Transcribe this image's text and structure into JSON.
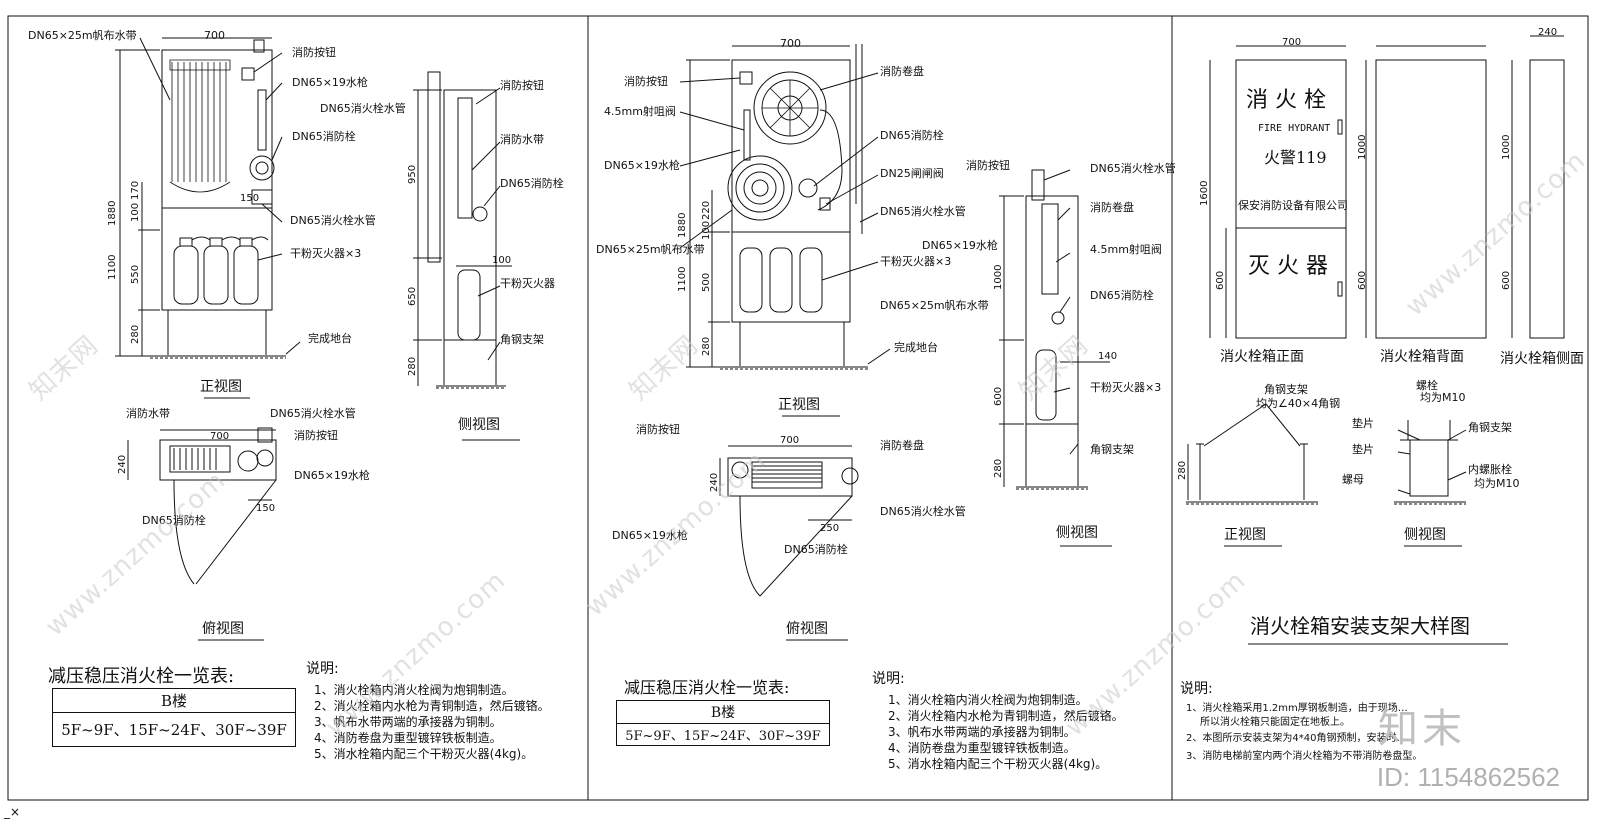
{
  "panel1": {
    "front": {
      "title": "正视图",
      "width_dim": "700",
      "height_total": "1880",
      "seg_dims": [
        "170",
        "100",
        "150",
        "1100",
        "550",
        "280"
      ],
      "labels": {
        "hose": "DN65×25m帆布水带",
        "button": "消防按钮",
        "nozzle": "DN65×19水枪",
        "pipe": "DN65消火栓水管",
        "hydrant": "DN65消防栓",
        "pipe2": "DN65消火栓水管",
        "extinguisher": "干粉灭火器×3",
        "floor": "完成地台"
      }
    },
    "side": {
      "title": "侧视图",
      "dims": [
        "950",
        "650",
        "280",
        "100"
      ],
      "labels": {
        "button": "消防按钮",
        "hose": "消防水带",
        "hydrant": "DN65消防栓",
        "extinguisher": "干粉灭火器",
        "bracket": "角钢支架"
      }
    },
    "top": {
      "title": "俯视图",
      "dims": [
        "700",
        "240",
        "150"
      ],
      "labels": {
        "hose": "消防水带",
        "pipe": "DN65消火栓水管",
        "button": "消防按钮",
        "nozzle": "DN65×19水枪",
        "hydrant": "DN65消防栓"
      }
    },
    "table": {
      "caption": "减压稳压消火栓一览表:",
      "header": "B楼",
      "row": "5F~9F、15F~24F、30F~39F"
    },
    "notes": {
      "title": "说明:",
      "items": [
        "1、消火栓箱内消火栓阀为炮铜制造。",
        "2、消火栓箱内水枪为青铜制造，然后镀铬。",
        "3、帆布水带两端的承接器为铜制。",
        "4、消防卷盘为重型镀锌铁板制造。",
        "5、消水栓箱内配三个干粉灭火器(4kg)。"
      ]
    }
  },
  "panel2": {
    "front": {
      "title": "正视图",
      "width_dim": "700",
      "height_total": "1880",
      "seg_dims": [
        "220",
        "100",
        "1100",
        "500",
        "280"
      ],
      "labels": {
        "button": "消防按钮",
        "valve": "4.5mm射咀阀",
        "nozzle": "DN65×19水枪",
        "hose": "DN65×25m帆布水带",
        "reel": "消防卷盘",
        "hydrant": "DN65消防栓",
        "gate": "DN25闸闸阀",
        "pipe": "DN65消火栓水管",
        "extinguisher": "干粉灭火器×3",
        "floor": "完成地台"
      }
    },
    "side": {
      "title": "侧视图",
      "dims": [
        "1000",
        "600",
        "280",
        "140"
      ],
      "labels": {
        "button": "消防按钮",
        "pipe": "DN65消火栓水管",
        "reel": "消防卷盘",
        "nozzle": "DN65×19水枪",
        "valve": "4.5mm射咀阀",
        "hydrant": "DN65消防栓",
        "hose": "DN65×25m帆布水带",
        "extinguisher": "干粉灭火器×3",
        "bracket": "角钢支架"
      }
    },
    "top": {
      "title": "俯视图",
      "dims": [
        "700",
        "240",
        "250"
      ],
      "labels": {
        "button": "消防按钮",
        "reel": "消防卷盘",
        "pipe": "DN65消火栓水管",
        "nozzle": "DN65×19水枪",
        "hydrant": "DN65消防栓"
      }
    },
    "table": {
      "caption": "减压稳压消火栓一览表:",
      "header": "B楼",
      "row": "5F~9F、15F~24F、30F~39F"
    },
    "notes": {
      "title": "说明:",
      "items": [
        "1、消火栓箱内消火栓阀为炮铜制造。",
        "2、消火栓箱内水枪为青铜制造，然后镀铬。",
        "3、帆布水带两端的承接器为铜制。",
        "4、消防卷盘为重型镀锌铁板制造。",
        "5、消水栓箱内配三个干粉灭火器(4kg)。"
      ]
    }
  },
  "panel3": {
    "front_box": {
      "title": "消火栓箱正面",
      "line1": "消 火 栓",
      "line2": "FIRE HYDRANT",
      "line3": "火警119",
      "line4": "保安消防设备有限公司",
      "line5": "灭 火 器",
      "dims": [
        "700",
        "1600",
        "600"
      ]
    },
    "back_box": {
      "title": "消火栓箱背面",
      "dims": [
        "1000",
        "600"
      ]
    },
    "side_box": {
      "title": "消火栓箱侧面",
      "dims": [
        "240",
        "1000",
        "600"
      ]
    },
    "bracket_front": {
      "title": "正视图",
      "label1": "角钢支架",
      "label2": "均为∠40×4角钢",
      "dim": "280"
    },
    "bracket_side": {
      "title": "侧视图",
      "labels": [
        "螺栓",
        "均为M10",
        "垫片",
        "角钢支架",
        "垫片",
        "内螺胀栓",
        "螺母",
        "均为M10"
      ]
    },
    "heading": "消火栓箱安装支架大样图",
    "notes": {
      "title": "说明:",
      "items": [
        "1、消火栓箱采用1.2mm厚钢板制造，由于现场…",
        "所以消火栓箱只能固定在地板上。",
        "2、本图所示安装支架为4*40角钢预制，安装时…",
        "3、消防电梯前室内两个消火栓箱为不带消防卷盘型。"
      ]
    }
  },
  "watermarks": [
    "www.znzmo.com",
    "知末网"
  ],
  "logo": "知末",
  "id_text": "ID: 1154862562",
  "corner_mark": "_×"
}
